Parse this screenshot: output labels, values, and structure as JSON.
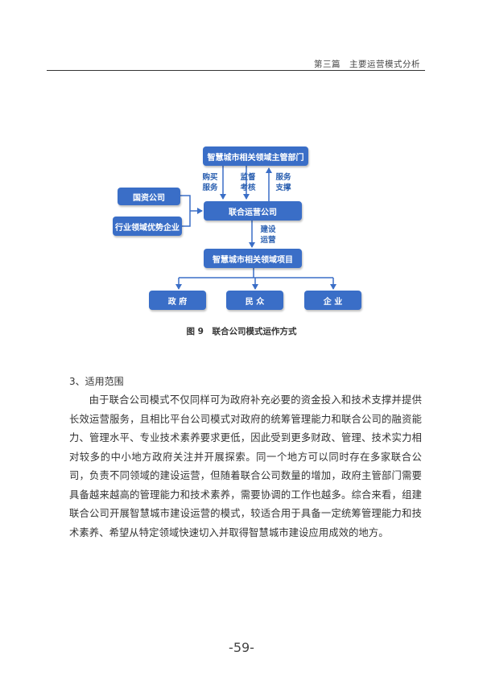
{
  "header": {
    "title": "第三篇　主要运营模式分析"
  },
  "diagram": {
    "top_box": "智慧城市相关领域主管部门",
    "left_box_1": "国资公司",
    "left_box_2": "行业领域优势企业",
    "center_box": "联合运营公司",
    "project_box": "智慧城市相关领域项目",
    "bottom_boxes": [
      "政 府",
      "民 众",
      "企 业"
    ],
    "labels": {
      "buy_1": "购买",
      "buy_2": "服务",
      "sup_1": "监督",
      "sup_2": "考核",
      "svc_1": "服务",
      "svc_2": "支撑",
      "build_1": "建设",
      "build_2": "运营"
    }
  },
  "caption": "图 9　联合公司模式运作方式",
  "section": {
    "title": "3、适用范围",
    "paragraph": "由于联合公司模式不仅同样可为政府补充必要的资金投入和技术支撑并提供长效运营服务，且相比平台公司模式对政府的统筹管理能力和联合公司的融资能力、管理水平、专业技术素养要求更低，因此受到更多财政、管理、技术实力相对较多的中小地方政府关注并开展探索。同一个地方可以同时存在多家联合公司，负责不同领域的建设运营，但随着联合公司数量的增加，政府主管部门需要具备越来越高的管理能力和技术素养，需要协调的工作也越多。综合来看，组建联合公司开展智慧城市建设运营的模式，较适合用于具备一定统筹管理能力和技术素养、希望从特定领域快速切入并取得智慧城市建设应用成效的地方。"
  },
  "page_number": "-59-",
  "colors": {
    "box": "#3a6ec7",
    "label": "#2a5fb0",
    "arrow": "#3a6ec7"
  }
}
